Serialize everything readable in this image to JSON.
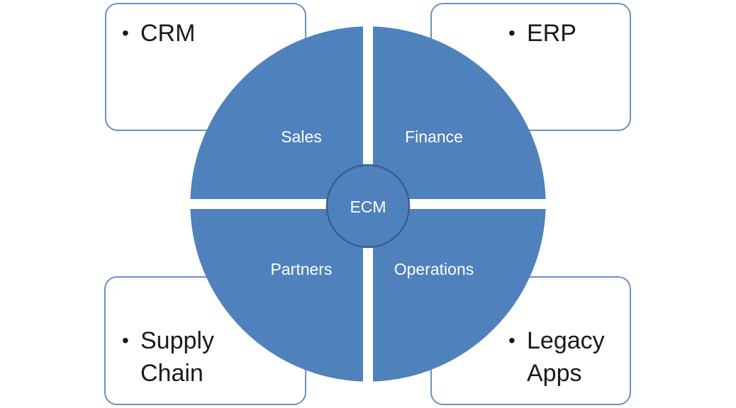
{
  "colors": {
    "quadrant_fill": "#4f81bd",
    "box_border": "#6b8fc4",
    "hub_fill": "#4f81bd",
    "hub_border": "#3a5f8f",
    "text_on_blue": "#ffffff",
    "box_text": "#1a1a1a"
  },
  "hub": {
    "label": "ECM"
  },
  "quadrants": {
    "top_left": "Sales",
    "top_right": "Finance",
    "bottom_left": "Partners",
    "bottom_right": "Operations"
  },
  "boxes": {
    "top_left": {
      "bullet": "•",
      "lines": [
        "CRM"
      ]
    },
    "top_right": {
      "bullet": "•",
      "lines": [
        "ERP"
      ]
    },
    "bottom_left": {
      "bullet": "•",
      "lines": [
        "Supply",
        "Chain"
      ]
    },
    "bottom_right": {
      "bullet": "•",
      "lines": [
        "Legacy",
        "Apps"
      ]
    }
  }
}
